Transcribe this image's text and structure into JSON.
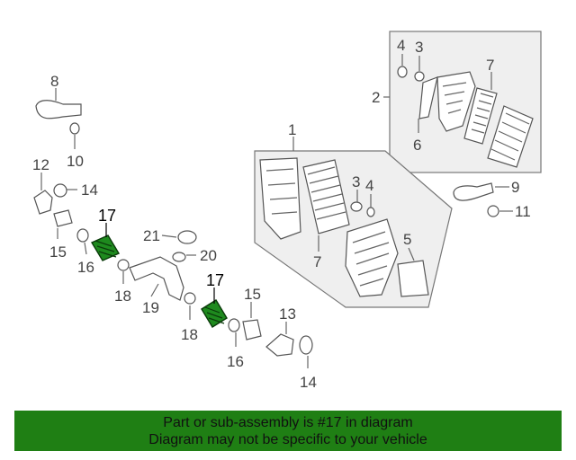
{
  "callouts": {
    "c1": "1",
    "c2": "2",
    "c3a": "3",
    "c3b": "3",
    "c4a": "4",
    "c4b": "4",
    "c5": "5",
    "c6": "6",
    "c7a": "7",
    "c7b": "7",
    "c8": "8",
    "c9": "9",
    "c10": "10",
    "c11": "11",
    "c12": "12",
    "c13": "13",
    "c14a": "14",
    "c14b": "14",
    "c15a": "15",
    "c15b": "15",
    "c16a": "16",
    "c16b": "16",
    "c17a": "17",
    "c17b": "17",
    "c18a": "18",
    "c18b": "18",
    "c19": "19",
    "c20": "20",
    "c21": "21"
  },
  "highlight": {
    "part_number": "17",
    "color": "#1e8a1e"
  },
  "banner": {
    "line1": "Part or sub-assembly is #17 in diagram",
    "line2": "Diagram may not be specific to your vehicle",
    "background": "#1f7f14"
  }
}
